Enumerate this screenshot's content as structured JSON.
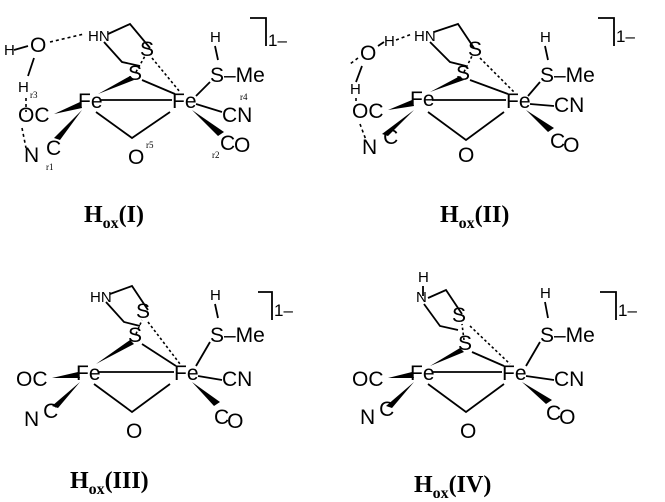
{
  "atoms": {
    "fe": "Fe",
    "s": "S",
    "h": "H",
    "o": "O",
    "n": "N",
    "c": "C",
    "oc": "OC",
    "cn": "CN",
    "smethyl": "S–Me"
  },
  "charge": "1–",
  "labels": {
    "r": "r",
    "r1": "1",
    "r2": "2",
    "r3": "3",
    "r4": "4",
    "r5": "5"
  },
  "structures": [
    {
      "caption_main": "H",
      "caption_sub": "ox",
      "caption_roman": "(I)"
    },
    {
      "caption_main": "H",
      "caption_sub": "ox",
      "caption_roman": "(II)"
    },
    {
      "caption_main": "H",
      "caption_sub": "ox",
      "caption_roman": "(III)"
    },
    {
      "caption_main": "H",
      "caption_sub": "ox",
      "caption_roman": "(IV)"
    }
  ]
}
